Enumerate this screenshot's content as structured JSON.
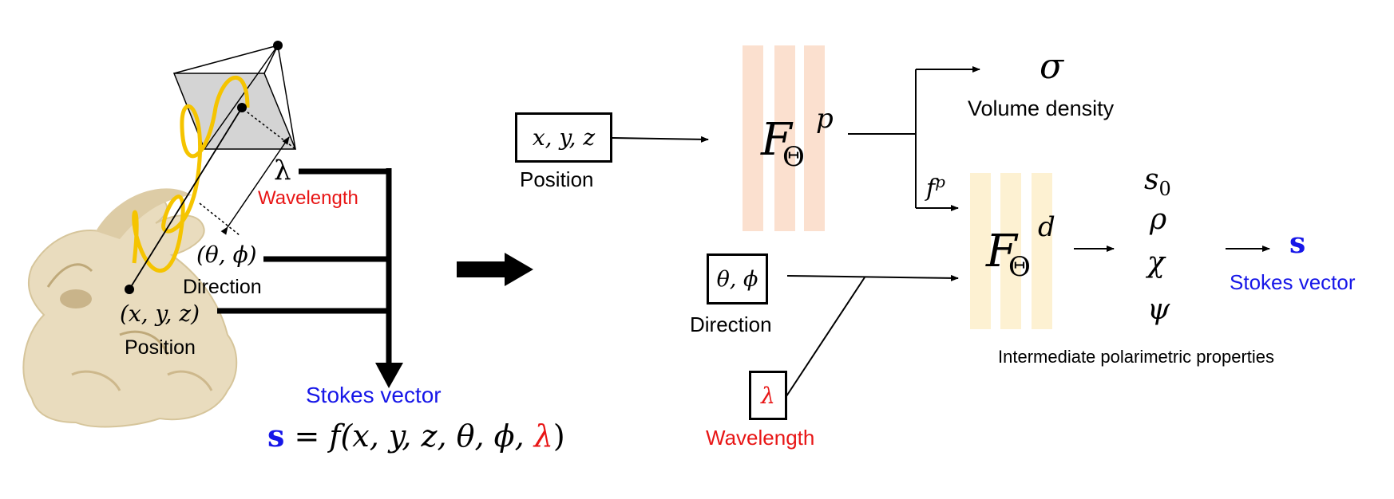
{
  "colors": {
    "wave": "#f5c400",
    "blue": "#1616e8",
    "red": "#e81616",
    "layer_p": "#fbe0cf",
    "layer_d": "#fdf1d2",
    "bunny": "#e9dcbe"
  },
  "left": {
    "lambda_symbol": "λ",
    "wavelength_label": "Wavelength",
    "direction_math": "(θ, ϕ)",
    "direction_label": "Direction",
    "position_math": "(x, y, z)",
    "position_label": "Position",
    "stokes_label": "Stokes vector",
    "equation": {
      "s": "s",
      "middle": " = f(x, y, z, θ, ϕ, ",
      "lambda": "λ",
      "end": ")"
    }
  },
  "right": {
    "position_math": "x, y, z",
    "position_label": "Position",
    "direction_math": "θ, ϕ",
    "direction_label": "Direction",
    "lambda_math": "λ",
    "wavelength_label": "Wavelength",
    "fp_base": "F",
    "fp_sup": "p",
    "fp_sub": "Θ",
    "fd_base": "F",
    "fd_sup": "d",
    "fd_sub": "Θ",
    "sigma": "σ",
    "volume_density_label": "Volume density",
    "feature_base": "f",
    "feature_sup": "p",
    "props": [
      "s",
      "ρ",
      "χ",
      "ψ"
    ],
    "s0_sub": "0",
    "props_label": "Intermediate polarimetric properties",
    "s_out": "s",
    "stokes_label": "Stokes vector"
  }
}
